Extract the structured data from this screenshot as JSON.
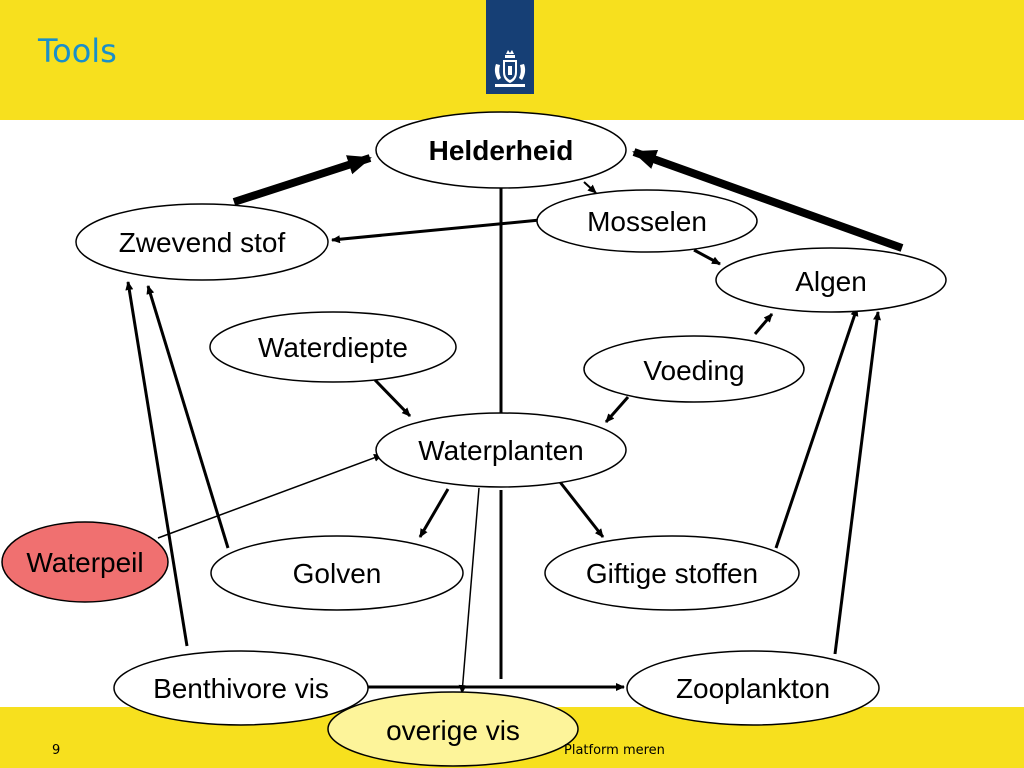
{
  "slide": {
    "title": "Tools",
    "number": "9",
    "footer": "Platform meren"
  },
  "logo": {
    "icon": "coat-of-arms-icon"
  },
  "colors": {
    "bar": "#f7e01e",
    "title": "#1a8fc9",
    "logo_bg": "#163f75",
    "waterpeil_fill": "#f07070",
    "overige_vis_fill": "#fdf49a",
    "default_fill": "#ffffff"
  },
  "nodes": {
    "helderheid": "Helderheid",
    "mosselen": "Mosselen",
    "zwevend_stof": "Zwevend stof",
    "algen": "Algen",
    "waterdiepte": "Waterdiepte",
    "voeding": "Voeding",
    "waterplanten": "Waterplanten",
    "waterpeil": "Waterpeil",
    "golven": "Golven",
    "giftige_stoffen": "Giftige stoffen",
    "benthivore_vis": "Benthivore vis",
    "zooplankton": "Zooplankton",
    "overige_vis": "overige vis"
  }
}
